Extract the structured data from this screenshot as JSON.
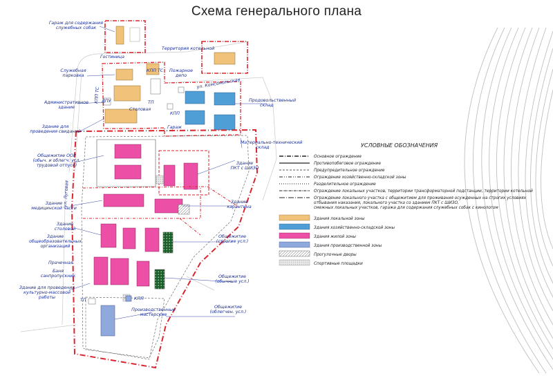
{
  "title": "Схема генерального плана",
  "colors": {
    "local_zone": "#f0c27a",
    "storage_zone": "#4f9fd6",
    "residential": "#ec4fa6",
    "production": "#8fa9dc",
    "boundary": "#d8262e",
    "label": "#1a2e9a"
  },
  "labels": {
    "garage": [
      "Гараж для содержания",
      "служебных собак"
    ],
    "hotel": "Гостиница",
    "boiler": "Территория котельной",
    "service_parking": [
      "Служебная",
      "парковка"
    ],
    "kpp_ts": "КПП ТС",
    "kpp_ts2": "КПП ТС",
    "fire_depot": [
      "Пожарное",
      "депо"
    ],
    "street": "ул. Комсомольская",
    "admin": [
      "Административное",
      "здание"
    ],
    "dpu": "ДПУ",
    "tp": "ТП",
    "canteen": "Столовая",
    "food_store": [
      "Продовольственный",
      "склад"
    ],
    "kpp": "КПП",
    "garage2": "Гараж",
    "visits": [
      "Здание для",
      "проведения свиданий"
    ],
    "mat_store": [
      "Материально-технический",
      "склад"
    ],
    "ozr": [
      "Общежитие ООР",
      "(обыч. и облегч. усл.",
      "трудовой отпуск)"
    ],
    "pkt": [
      "Здание",
      "ПКТ с ШИЗО"
    ],
    "medical": [
      "Здание",
      "медицинской части"
    ],
    "quarantine": [
      "Здание",
      "карантина"
    ],
    "canteen2": [
      "Здание",
      "столовой"
    ],
    "school": [
      "Здание",
      "общеобразовательных",
      "организаций"
    ],
    "strict": [
      "Общежитие",
      "(строгие усл.)"
    ],
    "laundry": "Прачечная",
    "bath": [
      "Баня",
      "санпропускник"
    ],
    "normal": [
      "Общежитие",
      "(обычные усл.)"
    ],
    "culture": [
      "Здание для проведения",
      "культурно-массовой",
      "работы"
    ],
    "tp2": "ТП",
    "kpp2": "КПП",
    "workshops": [
      "Производственные",
      "мастерские"
    ],
    "light": [
      "Общежитие",
      "(облегчен. усл.)"
    ],
    "side_street": "ул. Луговая"
  },
  "legend": {
    "title": "УСЛОВНЫЕ ОБОЗНАЧЕНИЯ",
    "lines": [
      "Основное ограждение",
      "Противопобеговое ограждение",
      "Предупредительное ограждение",
      "Ограждение хозяйственно-складской зоны",
      "Разделительное ограждение",
      "Ограждение локальных участков, территории трансформаторной подстанции, территории котельной",
      [
        "Ограждение локального участка с общежитием для проживания осужденных на строгих условиях",
        "отбывания наказания, локального участка со зданием ПКТ с ШИЗО,",
        "смежных локальных участков, гаража для содержания служебных собак с кинологом"
      ]
    ],
    "zones": [
      "Здания локальной зоны",
      "Здания хозяйственно-складской зоны",
      "Здания жилой зоны",
      "Здания производственной зоны",
      "Прогулочные дворы",
      "Спортивные площадки"
    ]
  }
}
